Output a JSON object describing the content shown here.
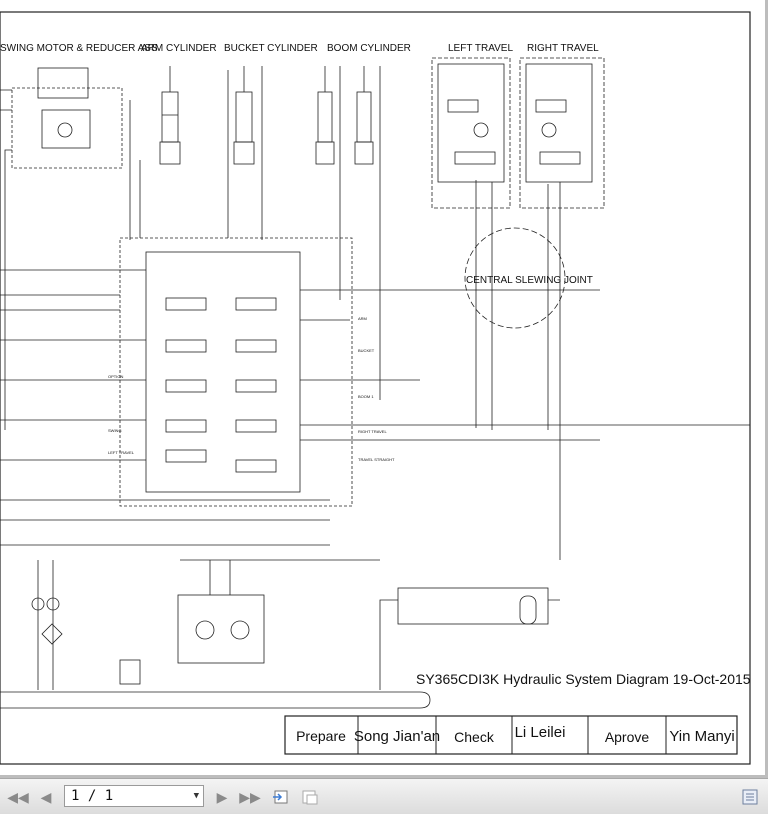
{
  "drawing": {
    "labels": {
      "swing_motor": "SWING MOTOR & REDUCER ASS.",
      "arm_cylinder": "ARM CYLINDER",
      "bucket_cylinder": "BUCKET CYLINDER",
      "boom_cylinder": "BOOM CYLINDER",
      "left_travel": "LEFT TRAVEL",
      "right_travel": "RIGHT TRAVEL",
      "central_joint": "CENTRAL SLEWING JOINT",
      "arm": "ARM",
      "bucket": "BUCKET",
      "boom": "BOOM 1",
      "option": "OPTION",
      "swing": "SWING",
      "right_travel_small": "RIGHT TRAVEL",
      "travel_straight": "TRAVEL STRAIGHT",
      "left_travel_small": "LEFT TRAVEL"
    },
    "title": "SY365CDI3K Hydraulic System Diagram 19-Oct-2015",
    "title_block": {
      "prepare_label": "Prepare",
      "prepare_name": "Song Jian'an",
      "check_label": "Check",
      "check_name": "Li Leilei",
      "approve_label": "Aprove",
      "approve_name": "Yin Manyi"
    }
  },
  "toolbar": {
    "page_indicator": "1 / 1",
    "icons": [
      "first-page-icon",
      "previous-page-icon",
      "next-page-icon",
      "last-page-icon",
      "fit-page-icon",
      "fit-width-icon",
      "sidebar-toggle-icon"
    ]
  }
}
